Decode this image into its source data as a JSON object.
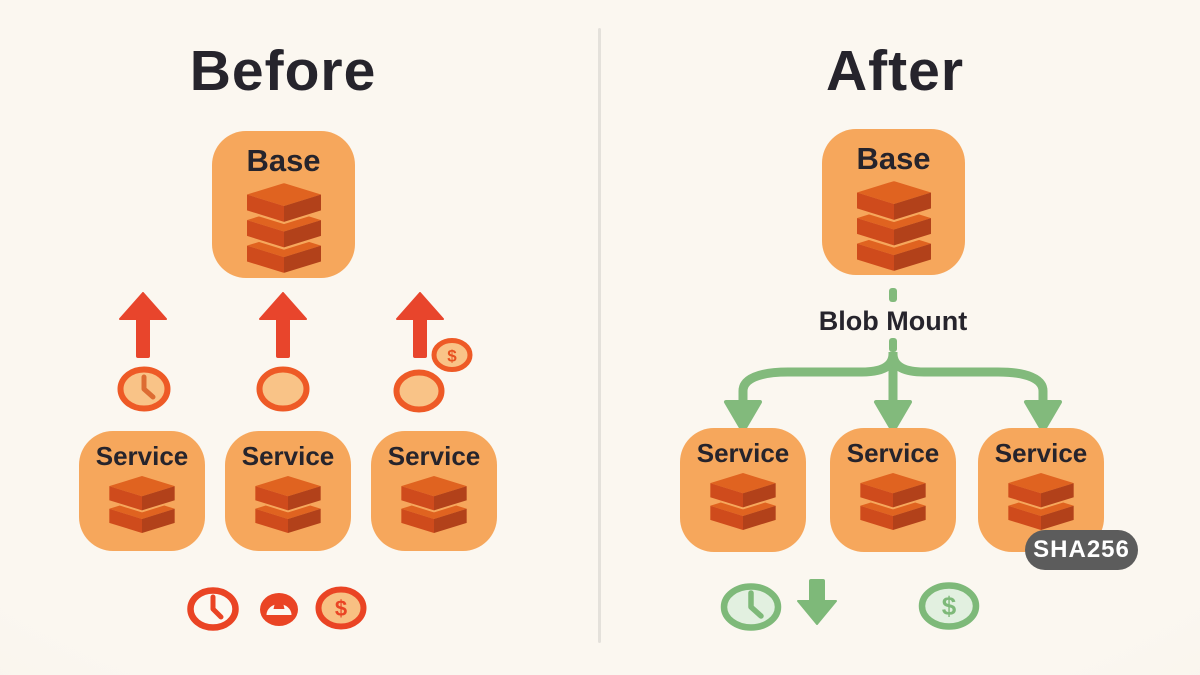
{
  "before": {
    "title": "Before",
    "base_label": "Base",
    "services": [
      "Service",
      "Service",
      "Service"
    ]
  },
  "after": {
    "title": "After",
    "base_label": "Base",
    "mount_label": "Blob Mount",
    "badge_label": "SHA256",
    "services": [
      "Service",
      "Service",
      "Service"
    ]
  },
  "dollar_symbol": "$",
  "icons": [
    "layers-stack-icon",
    "up-arrow-icon",
    "clock-icon",
    "blank-circle-icon",
    "coin-icon",
    "gauge-icon",
    "down-arrow-icon",
    "dashed-connector"
  ],
  "colors": {
    "background": "#faf6ee",
    "card_fill": "#f6a75c",
    "title_text": "#26242c",
    "slab_top": "#e06320",
    "slab_front": "#cf4b1c",
    "slab_side": "#b2411a",
    "red_accent": "#e8452c",
    "orange_ring": "#ee5a26",
    "orange_fill_light": "#f9c387",
    "green_accent": "#7eb979",
    "green_branch": "#82ba7c",
    "green_fill_light": "#e2f0e0",
    "badge_fill": "#5c5c5c",
    "badge_text": "#ffffff",
    "divider": "#e4e1db"
  }
}
